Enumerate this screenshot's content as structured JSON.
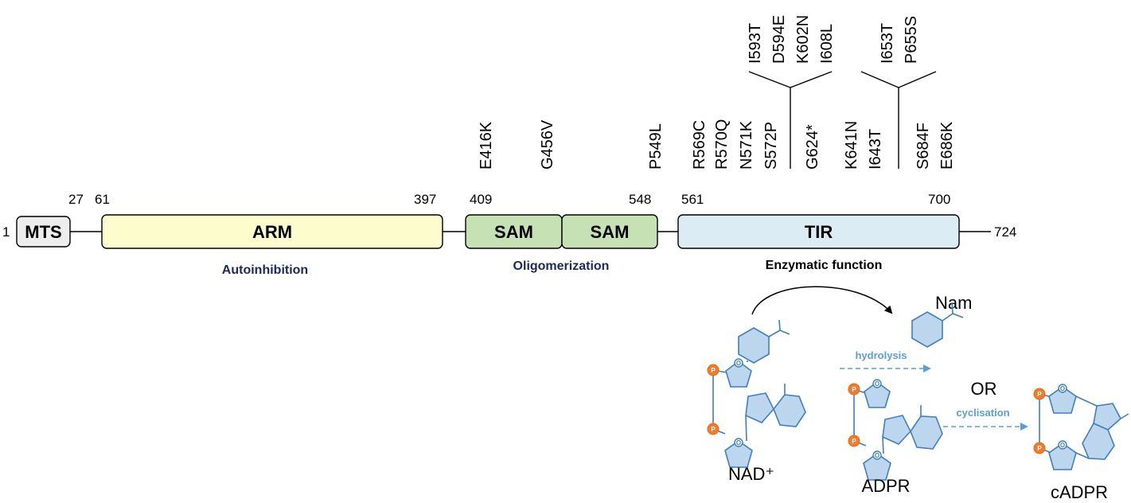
{
  "protein": {
    "start_label": "1",
    "end_label": "724",
    "position_labels": [
      "27",
      "61",
      "397",
      "409",
      "548",
      "561",
      "700"
    ]
  },
  "domains": {
    "mts": "MTS",
    "arm": "ARM",
    "sam1": "SAM",
    "sam2": "SAM",
    "tir": "TIR"
  },
  "functions": {
    "autoinhibition": "Autoinhibition",
    "oligomerization": "Oligomerization",
    "enzymatic": "Enzymatic function"
  },
  "mutations": {
    "single": [
      "E416K",
      "G456V",
      "P549L",
      "R569C",
      "R570Q",
      "N571K",
      "S572P",
      "G624*",
      "K641N",
      "I643T",
      "S684F",
      "E686K"
    ],
    "group_624": [
      "I593T",
      "D594E",
      "K602N",
      "I608L"
    ],
    "group_684": [
      "I653T",
      "P655S"
    ]
  },
  "reaction": {
    "nam": "Nam",
    "nad": "NAD⁺",
    "adpr": "ADPR",
    "cadpr": "cADPR",
    "hydrolysis": "hydrolysis",
    "or": "OR",
    "cyclisation": "cyclisation",
    "phosphate_symbol": "P",
    "oxygen_symbol": "O"
  },
  "colors": {
    "mts_fill": "#ededed",
    "arm_fill": "#fdfccc",
    "sam_fill": "#c6e2b4",
    "tir_fill": "#dcecf5",
    "function_label": "#1a2a5a",
    "molecule_fill": "#bcd6ee",
    "molecule_stroke": "#3f7fc0",
    "phosphate": "#ee7d2c",
    "reaction_arrow": "#5a9fd8"
  }
}
